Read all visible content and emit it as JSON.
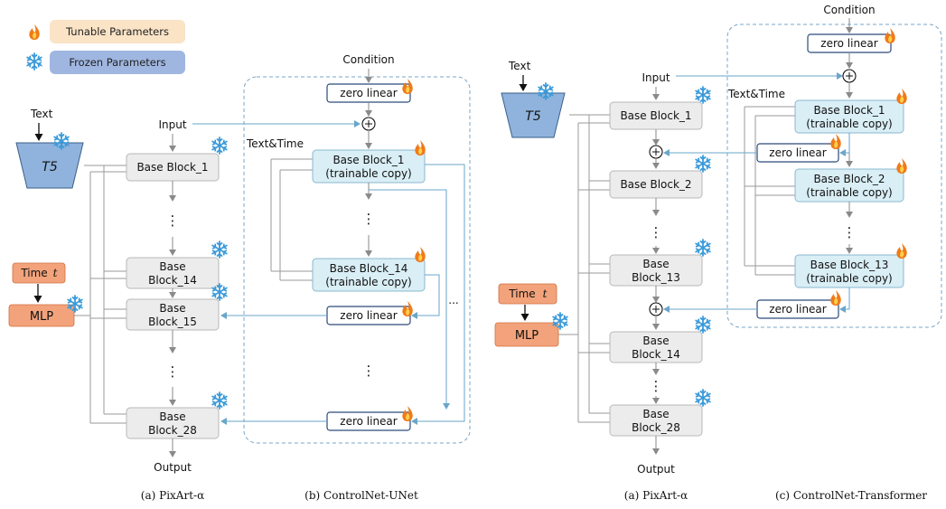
{
  "legend": {
    "tunable": "Tunable Parameters",
    "frozen": "Frozen Parameters",
    "colors": {
      "tunable_bg": "#fbe3c6",
      "frozen_bg": "#9fb6e0"
    },
    "icons": {
      "tunable": "fire-icon",
      "frozen": "snowflake-icon"
    }
  },
  "colors": {
    "base_block": "#ececec",
    "trainable_block": "#d9eef5",
    "t5": "#8fb3dc",
    "time_mlp": "#f3a37b",
    "dashed_region": "#7aa4c8",
    "arrow": "#8a8a8a",
    "blue_arrow": "#6aa6c9"
  },
  "left": {
    "text": "Text",
    "t5": "T5",
    "input": "Input",
    "output": "Output",
    "time": "Time",
    "time_var": "t",
    "mlp": "MLP",
    "text_time": "Text&Time",
    "condition": "Condition",
    "zero_linear": "zero linear",
    "dots": "⋮",
    "hdots": "...",
    "base_block_1": "Base Block_1",
    "base": "Base",
    "block_14": "Block_14",
    "block_15": "Block_15",
    "block_28": "Block_28",
    "cn_block_1": "Base Block_1",
    "cn_block_14": "Base Block_14",
    "trainable_copy": "(trainable copy)",
    "caption_a": "(a) PixArt-α",
    "caption_b": "(b) ControlNet-UNet"
  },
  "right": {
    "text": "Text",
    "t5": "T5",
    "input": "Input",
    "output": "Output",
    "time": "Time",
    "time_var": "t",
    "mlp": "MLP",
    "text_time": "Text&Time",
    "condition": "Condition",
    "zero_linear": "zero linear",
    "dots": "⋮",
    "base_block_1": "Base Block_1",
    "base_block_2": "Base Block_2",
    "base": "Base",
    "block_13": "Block_13",
    "block_14": "Block_14",
    "block_28": "Block_28",
    "cn_block_1": "Base Block_1",
    "cn_block_2": "Base Block_2",
    "cn_block_13": "Base Block_13",
    "trainable_copy": "(trainable copy)",
    "caption_a": "(a) PixArt-α",
    "caption_c": "(c) ControlNet-Transformer"
  }
}
